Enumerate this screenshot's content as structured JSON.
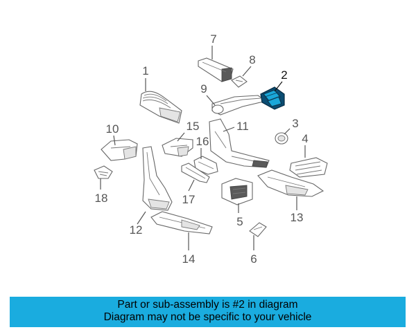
{
  "diagram": {
    "callouts": [
      {
        "id": "1",
        "label": "1"
      },
      {
        "id": "2",
        "label": "2"
      },
      {
        "id": "3",
        "label": "3"
      },
      {
        "id": "4",
        "label": "4"
      },
      {
        "id": "5",
        "label": "5"
      },
      {
        "id": "6",
        "label": "6"
      },
      {
        "id": "7",
        "label": "7"
      },
      {
        "id": "8",
        "label": "8"
      },
      {
        "id": "9",
        "label": "9"
      },
      {
        "id": "10",
        "label": "10"
      },
      {
        "id": "11",
        "label": "11"
      },
      {
        "id": "12",
        "label": "12"
      },
      {
        "id": "13",
        "label": "13"
      },
      {
        "id": "14",
        "label": "14"
      },
      {
        "id": "15",
        "label": "15"
      },
      {
        "id": "16",
        "label": "16"
      },
      {
        "id": "17",
        "label": "17"
      },
      {
        "id": "18",
        "label": "18"
      }
    ],
    "highlighted_part": "2",
    "highlight_color": "#1aa7d9"
  },
  "banner": {
    "line1": "Part or sub-assembly is #2 in diagram",
    "line2": "Diagram may not be specific to your vehicle",
    "background": "#1aacdf"
  }
}
